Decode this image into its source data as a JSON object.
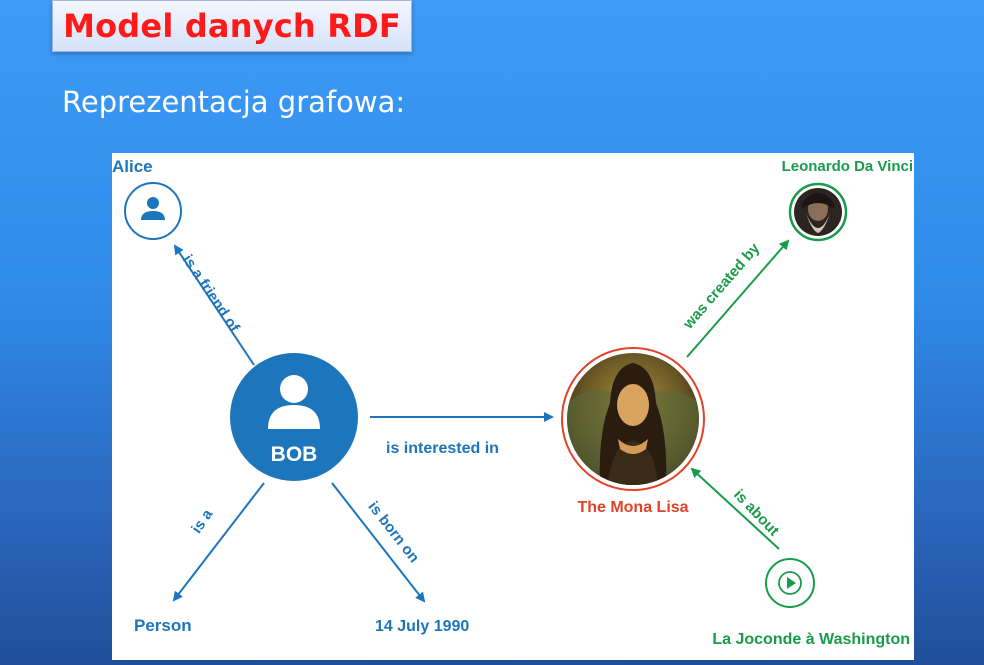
{
  "title": "Model danych RDF",
  "subtitle": "Reprezentacja grafowa:",
  "diagram": {
    "nodes": {
      "bob": "BOB",
      "alice": "Alice",
      "leonardo": "Leonardo Da Vinci",
      "mona_lisa": "The Mona Lisa",
      "person": "Person",
      "date": "14 July 1990",
      "joconde": "La Joconde à Washington"
    },
    "edges": {
      "friend": "is a friend of",
      "interested": "is interested in",
      "is_a": "is a",
      "born": "is born on",
      "created_by": "was created by",
      "about": "is about"
    },
    "colors": {
      "blue": "#1d75bc",
      "green": "#1a9b4b",
      "red": "#e0422a"
    }
  }
}
